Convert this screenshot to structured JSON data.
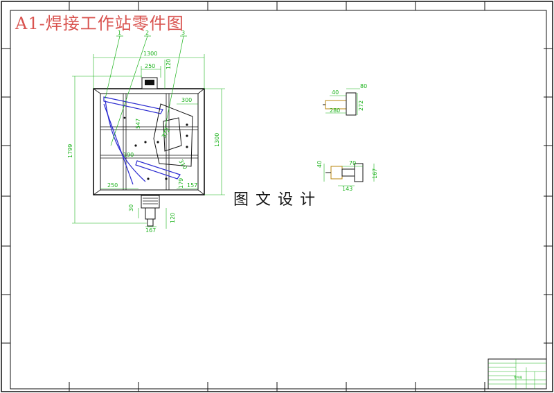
{
  "drawing": {
    "title": "A1-焊接工作站零件图",
    "watermark": "图文设计",
    "colors": {
      "frame": "#111111",
      "dimension": "#19b219",
      "part": "#2a2ad0",
      "title_text": "#d9534f"
    },
    "main_view": {
      "callouts": [
        "1",
        "2",
        "3"
      ],
      "dimensions": {
        "overall_width": "1300",
        "top_width": "250",
        "top_height": "120",
        "inner_width": "300",
        "overall_height": "1799",
        "right_height": "1300",
        "left_bottom": "250",
        "bottom_mid": "179",
        "bottom_right": "157",
        "foot_left": "30",
        "foot_height": "120",
        "foot_width": "167",
        "plate_a": "547",
        "plate_b": "372",
        "plate_c": "190",
        "plate_d": "310"
      }
    },
    "detail_view_1": {
      "dimensions": {
        "width_a": "40",
        "width_b": "80",
        "width_c": "280",
        "height": "272"
      }
    },
    "detail_view_2": {
      "dimensions": {
        "height": "40",
        "width": "70",
        "bottom": "143",
        "right": "167"
      }
    },
    "title_block": {
      "label": "零件图"
    }
  }
}
